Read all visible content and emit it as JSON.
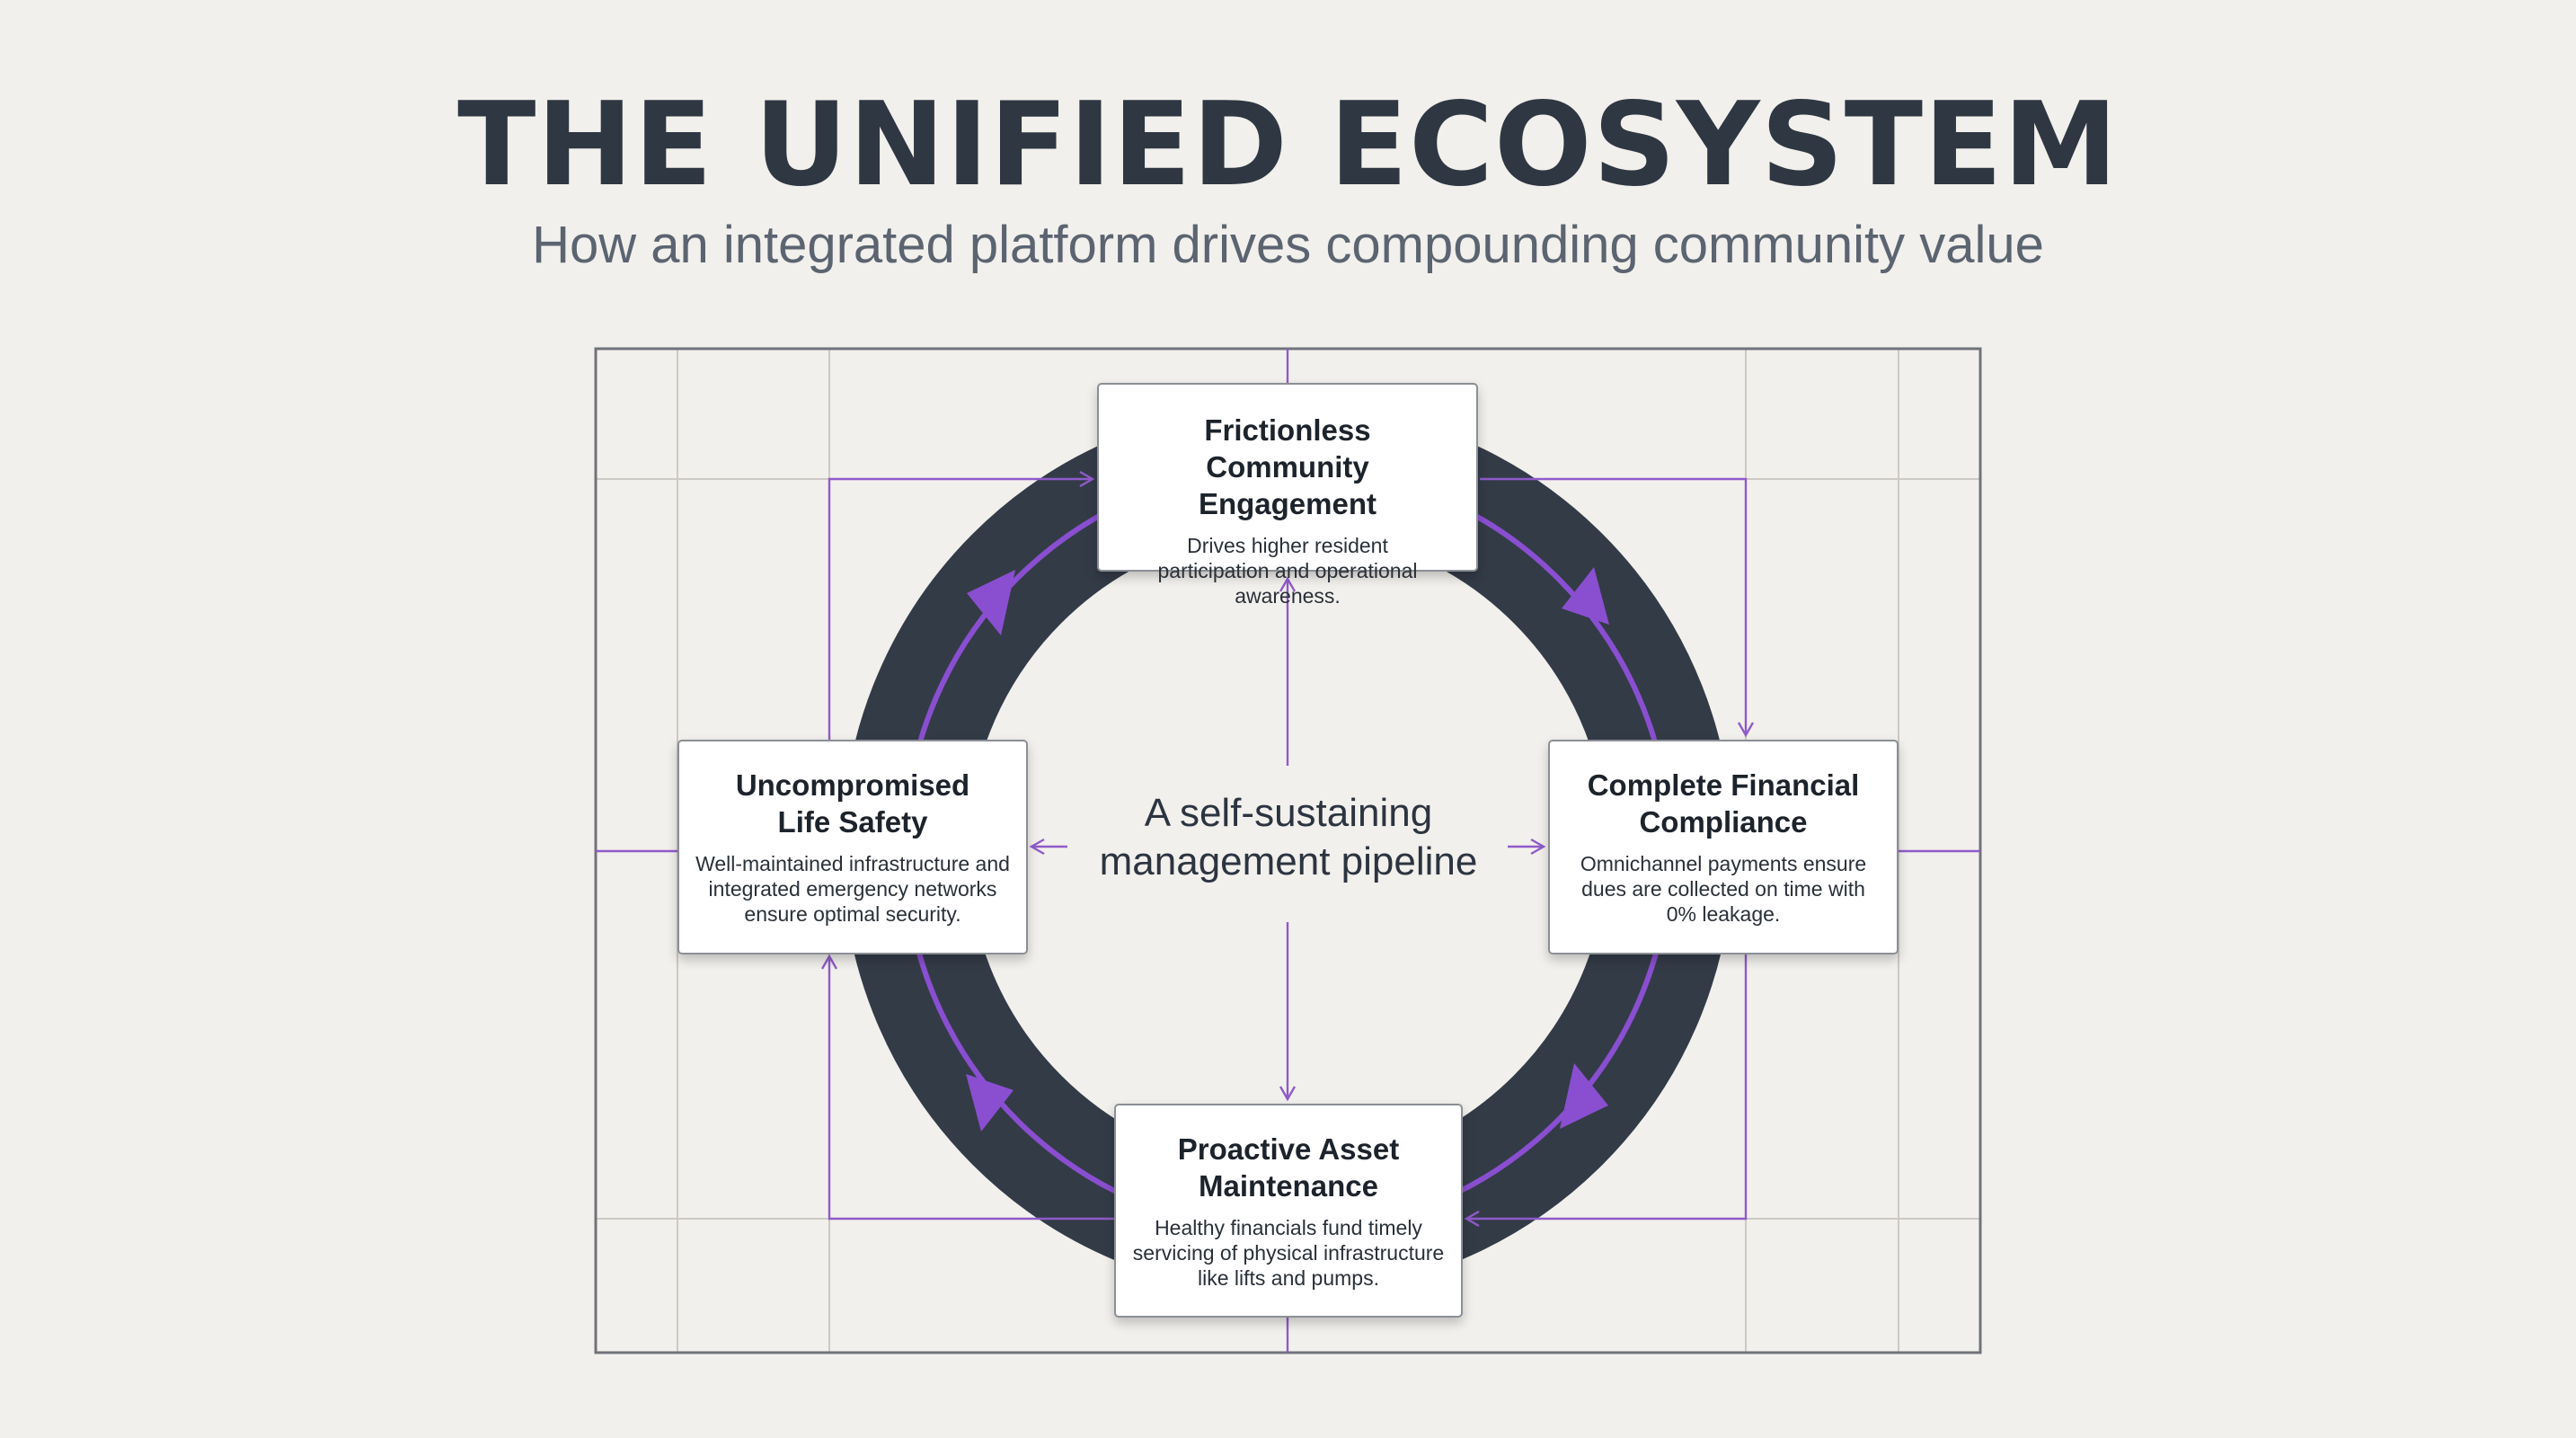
{
  "header": {
    "title": "THE UNIFIED ECOSYSTEM",
    "subtitle": "How an integrated platform drives compounding community value"
  },
  "diagram": {
    "center_label": "A self-sustaining management pipeline",
    "nodes": [
      {
        "id": "engagement",
        "title": "Frictionless Community Engagement",
        "description": "Drives higher resident participation and operational awareness."
      },
      {
        "id": "financial",
        "title": "Complete Financial Compliance",
        "description": "Omnichannel payments ensure dues are collected on time with 0% leakage."
      },
      {
        "id": "maintenance",
        "title": "Proactive Asset Maintenance",
        "description": "Healthy financials fund timely servicing of physical infrastructure like lifts and pumps."
      },
      {
        "id": "safety",
        "title": "Uncompromised Life Safety",
        "description": "Well-maintained infrastructure and integrated emergency networks ensure optimal security."
      }
    ],
    "flow_direction": "clockwise",
    "colors": {
      "background": "#f2f0ec",
      "ring": "#333b47",
      "accent": "#8a4fd0",
      "connector": "#8f5bc9",
      "grid": "#c9c5c0",
      "frame": "#6e7178",
      "title": "#2e3742"
    }
  }
}
